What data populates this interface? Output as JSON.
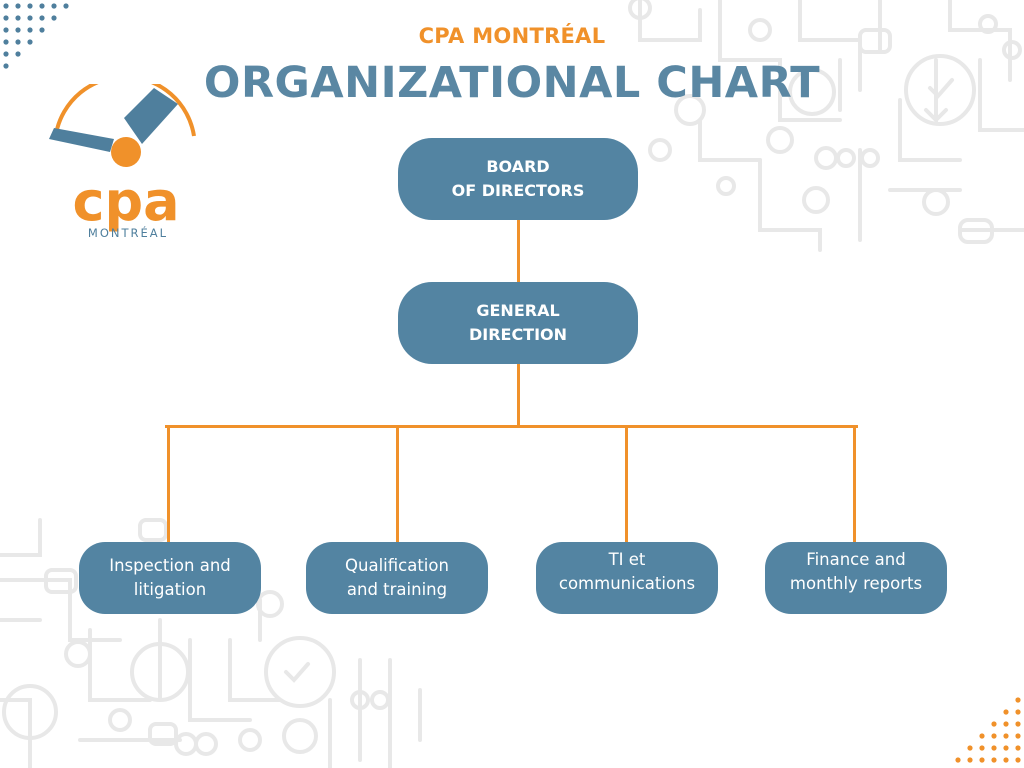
{
  "header": {
    "subtitle": "CPA MONTRÉAL",
    "title": "ORGANIZATIONAL CHART"
  },
  "logo": {
    "wordmark": "cpa",
    "city": "MONTRÉAL"
  },
  "chart": {
    "board": "BOARD\nOF DIRECTORS",
    "general_direction": "GENERAL\nDIRECTION",
    "departments": [
      "Inspection and\nlitigation",
      "Qualification\nand training",
      "TI et\ncommunications",
      "Finance and\nmonthly reports"
    ]
  },
  "colors": {
    "accent_orange": "#f0912a",
    "node_blue": "#5384a2",
    "title_blue": "#5a87a3",
    "decor_gray": "#e6e6e6"
  }
}
